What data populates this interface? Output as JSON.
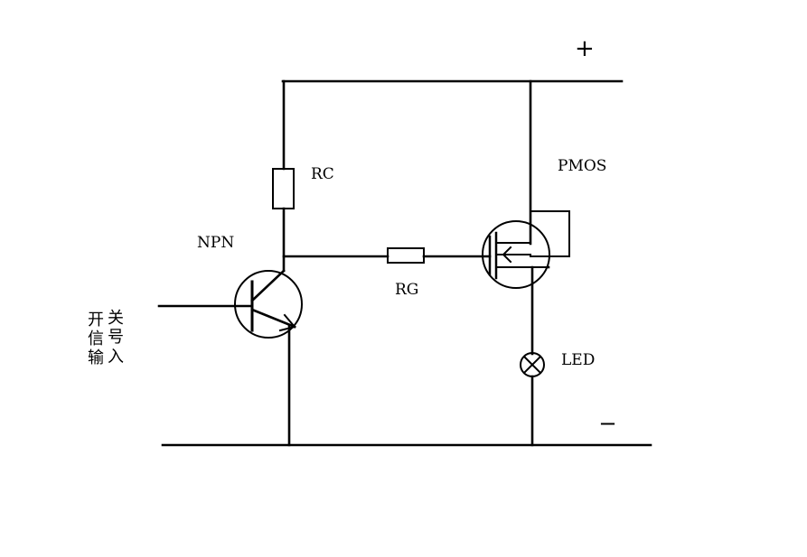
{
  "labels": {
    "plus": "+",
    "minus": "—",
    "rc": "RC",
    "pmos": "PMOS",
    "npn": "NPN",
    "rg": "RG",
    "led": "LED",
    "input_col1": [
      "开",
      "信",
      "输"
    ],
    "input_col2": [
      "关",
      "号",
      "入"
    ]
  }
}
